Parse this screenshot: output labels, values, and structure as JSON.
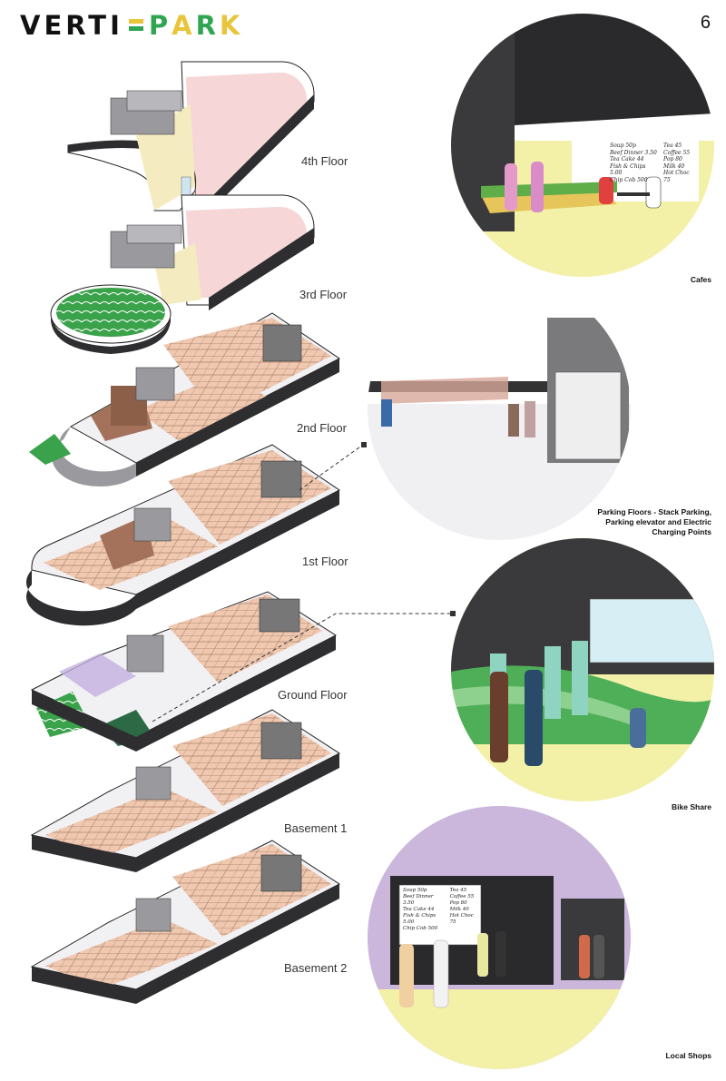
{
  "header": {
    "logo_left": "VERTI",
    "logo_right_letters": [
      "P",
      "A",
      "R",
      "K"
    ],
    "page_number": "6"
  },
  "floors": [
    {
      "label": "4th Floor"
    },
    {
      "label": "3rd Floor"
    },
    {
      "label": "2nd Floor"
    },
    {
      "label": "1st Floor"
    },
    {
      "label": "Ground Floor"
    },
    {
      "label": "Basement 1"
    },
    {
      "label": "Basement 2"
    }
  ],
  "vignettes": [
    {
      "caption": "Cafes",
      "bg": "#f3f0a8"
    },
    {
      "caption": "Parking Floors  - Stack Parking,\nParking elevator and Electric\nCharging Points",
      "bg": "#f0eff2"
    },
    {
      "caption": "Bike Share",
      "bg": "#f3f0a8"
    },
    {
      "caption": "Local Shops",
      "bg": "#cbb6dc"
    }
  ],
  "menu_board": {
    "items_left": [
      "Soup 50p",
      "Beef Dinner 3.50",
      "Tea Cake 44",
      "Fish & Chips 5.00",
      "Chip Cob 500"
    ],
    "items_right": [
      "Tea 45",
      "Coffee 55",
      "Pop 80",
      "Milk 40",
      "Hot Choc 75"
    ]
  },
  "colors": {
    "parking_salmon": "#f0c8b0",
    "roof_pink": "#f6d6d6",
    "wall_dark": "#3c3c3e",
    "garden_green": "#3aa24a",
    "brown_block": "#a4725a",
    "cream_floor": "#f4ecc0"
  }
}
